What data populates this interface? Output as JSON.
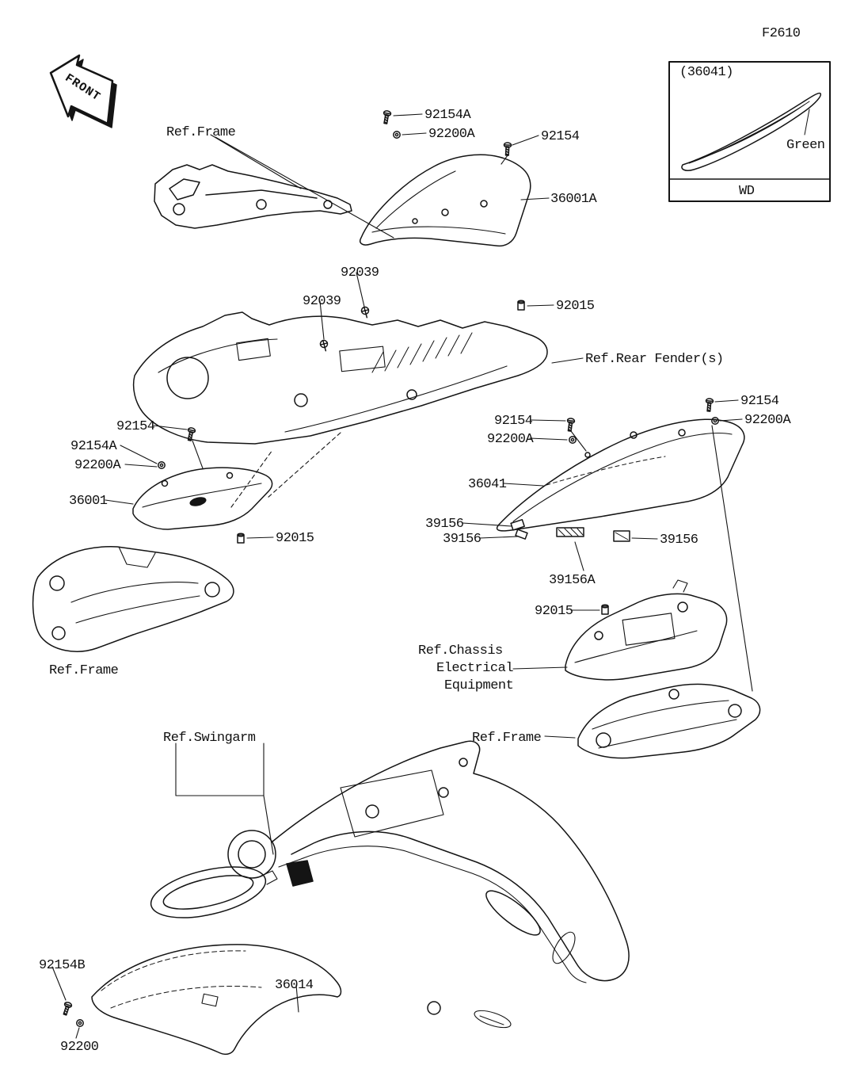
{
  "page": {
    "figure_code": "F2610",
    "front_marker": "FRONT"
  },
  "inset_36041": {
    "title": "(36041)",
    "color": "Green",
    "color_code": "WD"
  },
  "callouts": {
    "ref_frame_top": "Ref.Frame",
    "screw_92154a_top": "92154A",
    "washer_92200a_top": "92200A",
    "screw_92154_top": "92154",
    "part_36001a": "36001A",
    "clip_92039_upper": "92039",
    "clip_92039_lower": "92039",
    "collar_92015_top": "92015",
    "ref_rear_fender": "Ref.Rear Fender(s)",
    "screw_92154_left": "92154",
    "screw_92154a_left": "92154A",
    "washer_92200a_left": "92200A",
    "part_36001": "36001",
    "collar_92015_left": "92015",
    "ref_frame_left": "Ref.Frame",
    "screw_92154_right": "92154",
    "washer_92200a_right": "92200A",
    "screw_92154_mid": "92154",
    "washer_92200a_mid": "92200A",
    "part_36041": "36041",
    "damper_39156_a": "39156",
    "damper_39156_b": "39156",
    "damper_39156_c": "39156",
    "damper_39156a": "39156A",
    "collar_92015_right": "92015",
    "ref_chassis_line1": "Ref.Chassis",
    "ref_chassis_line2": "Electrical",
    "ref_chassis_line3": "Equipment",
    "ref_frame_right": "Ref.Frame",
    "ref_swingarm": "Ref.Swingarm",
    "part_36014": "36014",
    "screw_92154b": "92154B",
    "washer_92200": "92200"
  }
}
